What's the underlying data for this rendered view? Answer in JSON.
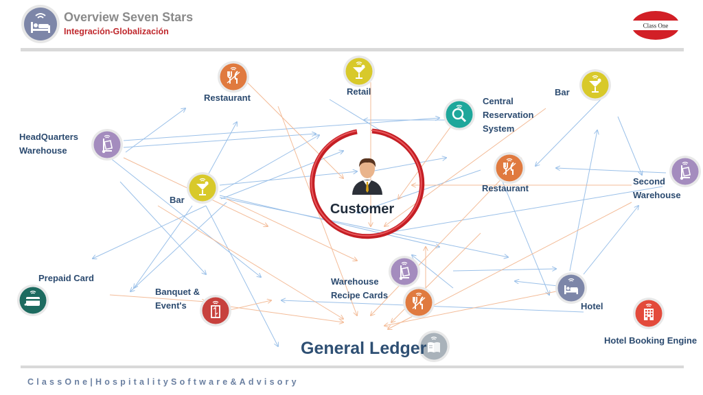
{
  "header": {
    "title": "Overview Seven Stars",
    "subtitle": "Integración-Globalización",
    "logo_text": "Class One",
    "logo_color": "#d21f26"
  },
  "footer": {
    "text": "ClassOne|HospitalitySoftware&Advisory"
  },
  "center": {
    "label": "Customer",
    "ring_color": "#c41e24"
  },
  "general_ledger": {
    "label": "General Ledger"
  },
  "colors": {
    "restaurant": "#e07a3f",
    "retail": "#d8c92a",
    "reservation": "#1ea79b",
    "warehouse": "#a48cbe",
    "hotel": "#7d86a8",
    "prepaid": "#1d6b60",
    "banquet": "#c7413d",
    "booking": "#e34a3b",
    "ledger": "#a9b2ba",
    "blue_arrow": "#8fb9e6",
    "orange_arrow": "#f2b48c"
  },
  "nodes": {
    "restaurant_top": {
      "label": "Restaurant",
      "icon": "fork-knife-icon"
    },
    "retail": {
      "label": "Retail",
      "icon": "cocktail-icon"
    },
    "central_reservation": {
      "label": "Central\nReservation\nSystem",
      "icon": "magnifier-icon"
    },
    "bar_right": {
      "label": "Bar",
      "icon": "cocktail-icon"
    },
    "headquarters_warehouse": {
      "label": "HeadQuarters\nWarehouse",
      "icon": "hand-truck-icon"
    },
    "bar_left": {
      "label": "Bar",
      "icon": "cocktail-icon"
    },
    "restaurant_right": {
      "label": "Restaurant",
      "icon": "fork-knife-icon"
    },
    "second_warehouse": {
      "label": "Second\nWarehouse",
      "icon": "hand-truck-icon"
    },
    "prepaid_card": {
      "label": "Prepaid Card",
      "icon": "card-icon"
    },
    "banquet": {
      "label": "Banquet &\nEvent's",
      "icon": "elevator-icon"
    },
    "warehouse_recipe": {
      "label": "Warehouse\nRecipe Cards",
      "icon": "hand-truck-icon"
    },
    "recipe_restaurant": {
      "label": "",
      "icon": "fork-knife-icon"
    },
    "hotel": {
      "label": "Hotel",
      "icon": "bed-icon"
    },
    "hotel_booking": {
      "label": "Hotel Booking Engine",
      "icon": "building-icon"
    },
    "general_ledger": {
      "label": "",
      "icon": "ledger-book-icon"
    }
  }
}
